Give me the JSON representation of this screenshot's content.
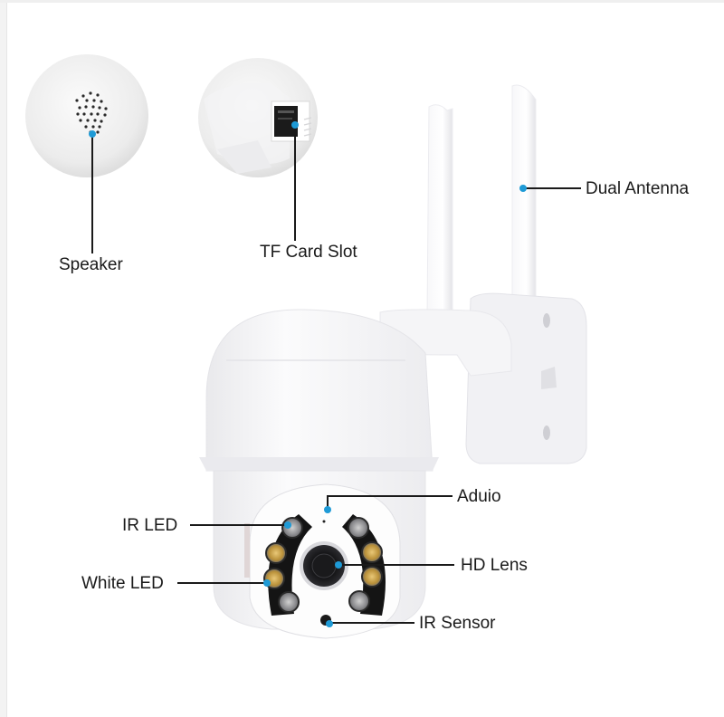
{
  "figure": {
    "subject": "PTZ Wi-Fi security camera",
    "accent_color": "#1e9ad6",
    "line_color": "#1a1a1a"
  },
  "insets": [
    {
      "id": "speaker-inset",
      "label": "Speaker"
    },
    {
      "id": "tf-card-inset",
      "label": "TF Card Slot"
    }
  ],
  "callouts": {
    "speaker": "Speaker",
    "tf_card_slot": "TF Card Slot",
    "dual_antenna": "Dual Antenna",
    "audio": "Aduio",
    "ir_led": "IR LED",
    "hd_lens": "HD Lens",
    "white_led": "White LED",
    "ir_sensor": "IR Sensor"
  }
}
